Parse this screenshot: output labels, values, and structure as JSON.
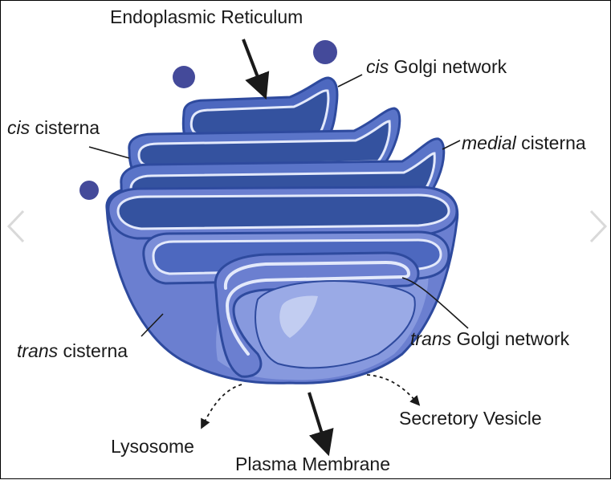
{
  "diagram": {
    "labels": {
      "endoplasmic_reticulum": "Endoplasmic Reticulum",
      "cis_golgi_network": {
        "italic": "cis",
        "rest": " Golgi network"
      },
      "cis_cisterna": {
        "italic": "cis",
        "rest": " cisterna"
      },
      "medial_cisterna": {
        "italic": "medial",
        "rest": " cisterna"
      },
      "trans_cisterna": {
        "italic": "trans",
        "rest": " cisterna"
      },
      "trans_golgi_network": {
        "italic": "trans",
        "rest": " Golgi network"
      },
      "secretory_vesicle": "Secretory Vesicle",
      "lysosome": "Lysosome",
      "plasma_membrane": "Plasma Membrane"
    },
    "colors": {
      "membrane_outline": "#2e4a9e",
      "body_fill": "#6b7fd0",
      "body_light": "#8c9de0",
      "lumen_dark": "#34529f",
      "membrane_highlight": "#e3e9fb",
      "vesicle": "#444a9a",
      "leader_line": "#1a1a1a",
      "nav_chevron": "#d9d9d9"
    }
  }
}
